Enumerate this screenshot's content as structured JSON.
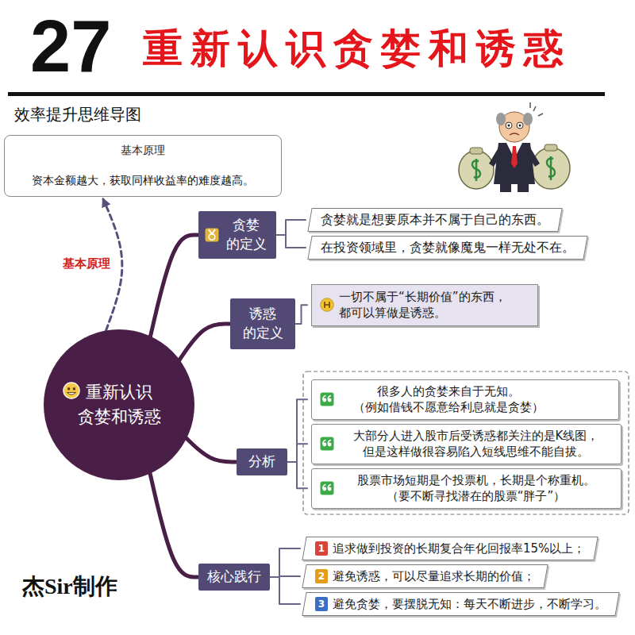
{
  "diagram": {
    "title": "重新认识贪婪和诱惑",
    "nodes": [
      {
        "text": [
          "基本原理",
          "资本金额越大，获取同样收益率的难度越高。"
        ]
      },
      {
        "text": [
          "重新认识 贪婪和诱惑"
        ]
      },
      {
        "text": [
          "贪婪 的定义"
        ]
      },
      {
        "text": [
          "贪婪就是想要原本并不属于自己的东西。"
        ]
      },
      {
        "text": [
          "在投资领域里，贪婪就像魔鬼一样无处不在。"
        ]
      },
      {
        "text": [
          "诱惑 的定义"
        ]
      },
      {
        "text": [
          "一切不属于“长期价值”的东西， 都可以算做是诱惑。"
        ]
      },
      {
        "text": [
          "分析"
        ]
      },
      {
        "text": [
          "很多人的贪婪来自于无知。 （例如借钱不愿意给利息就是贪婪）"
        ]
      },
      {
        "text": [
          "大部分人进入股市后受诱惑都关注的是K线图， 但是这样做很容易陷入短线思维不能自拔。"
        ]
      },
      {
        "text": [
          "股票市场短期是个投票机，长期是个称重机。 （要不断寻找潜在的股票“胖子”）"
        ]
      },
      {
        "text": [
          "核心践行"
        ]
      },
      {
        "text": [
          "1",
          "追求做到投资的长期复合年化回报率15%以上；"
        ]
      },
      {
        "text": [
          "2",
          "避免诱惑，可以尽量追求长期的价值；"
        ]
      },
      {
        "text": [
          "3",
          "避免贪婪，要摆脱无知：每天不断进步，不断学习。"
        ]
      }
    ],
    "edges": [
      {
        "from": 1,
        "to": 0,
        "arrow": "to",
        "label": "基本原理"
      },
      {
        "from": 1,
        "to": 2,
        "arrow": "none"
      },
      {
        "from": 2,
        "to": 3,
        "arrow": "none"
      },
      {
        "from": 2,
        "to": 4,
        "arrow": "none"
      },
      {
        "from": 1,
        "to": 5,
        "arrow": "none"
      },
      {
        "from": 5,
        "to": 6,
        "arrow": "none"
      },
      {
        "from": 1,
        "to": 7,
        "arrow": "none"
      },
      {
        "from": 7,
        "to": 8,
        "arrow": "none"
      },
      {
        "from": 7,
        "to": 9,
        "arrow": "none"
      },
      {
        "from": 7,
        "to": 10,
        "arrow": "none"
      },
      {
        "from": 1,
        "to": 11,
        "arrow": "none"
      },
      {
        "from": 11,
        "to": 12,
        "arrow": "none"
      },
      {
        "from": 11,
        "to": 13,
        "arrow": "none"
      },
      {
        "from": 11,
        "to": 14,
        "arrow": "none"
      }
    ],
    "labels": [
      "27",
      "效率提升思维导图",
      "杰Sir制作"
    ]
  }
}
